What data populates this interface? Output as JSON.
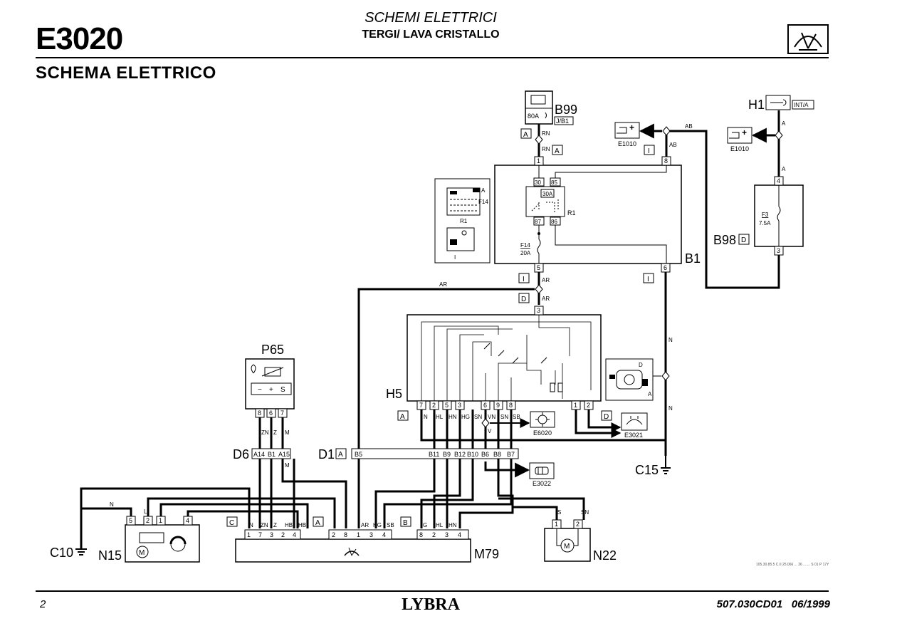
{
  "header": {
    "code": "E3020",
    "title": "SCHEMI ELETTRICI",
    "subtitle": "TERGI/ LAVA CRISTALLO",
    "section": "SCHEMA ELETTRICO",
    "icon": "wiper-icon"
  },
  "footer": {
    "page": "2",
    "brand": "LYBRA",
    "ref": "507.030CD01",
    "date": "06/1999",
    "tiny": "105.30.85.5 C.II 25.066 ... 26 ....... S 01 P 17Y"
  },
  "components": {
    "b99": "B99",
    "b99_fuse": "80A",
    "b99_tag": "J/B1",
    "h1": "H1",
    "h1_tag": "INT/A",
    "e1010": "E1010",
    "b1": "B1",
    "r1": "R1",
    "r1_rating": "30A",
    "f14": "F14",
    "f14_rating": "20A",
    "b98": "B98",
    "b98_tag": "D",
    "f3": "F3",
    "f3_rating": "7.5A",
    "p65": "P65",
    "h5": "H5",
    "e6020": "E6020",
    "e3021": "E3021",
    "e3022": "E3022",
    "c15": "C15",
    "d6": "D6",
    "d1": "D1",
    "d1_tag": "A",
    "c10": "C10",
    "n15": "N15",
    "m79": "M79",
    "n22": "N22"
  },
  "wires": {
    "rn": "RN",
    "ab": "AB",
    "a": "A",
    "ar": "AR",
    "n": "N",
    "zn": "ZN",
    "z": "Z",
    "m": "M",
    "hl": "HL",
    "hn": "HN",
    "hg": "HG",
    "sn": "SN",
    "vn": "VN",
    "sb": "SB",
    "v": "V",
    "l": "L",
    "hb": "HB",
    "g": "G",
    "s": "S"
  },
  "tags": {
    "a": "A",
    "i": "I",
    "d": "D",
    "c": "C",
    "b": "B"
  },
  "pins": {
    "b1_1": "1",
    "b1_8": "8",
    "b1_5": "5",
    "b1_6": "6",
    "r1_30": "30",
    "r1_85": "85",
    "r1_87": "87",
    "r1_86": "86",
    "b98_4": "4",
    "b98_3": "3",
    "h5_3": "3",
    "h5_bottom": [
      "7",
      "2",
      "5",
      "3",
      "6",
      "9",
      "8"
    ],
    "h5_right": [
      "1",
      "2"
    ],
    "p65_pins": [
      "8",
      "6",
      "7"
    ],
    "p65_symbols": [
      "−",
      "+",
      "S"
    ],
    "d6_pins": [
      "A14",
      "B1",
      "A15"
    ],
    "d1_pins": [
      "B5",
      "B11",
      "B9",
      "B12",
      "B10",
      "B6",
      "B8",
      "B7"
    ],
    "n15_pins": [
      "5",
      "2",
      "1",
      "4"
    ],
    "m79_c": [
      "1",
      "7",
      "3",
      "2",
      "4"
    ],
    "m79_a": [
      "2",
      "8",
      "1",
      "3",
      "4"
    ],
    "m79_b": [
      "8",
      "2",
      "3",
      "4"
    ],
    "n22_pins": [
      "1",
      "2"
    ],
    "inset1_a": "A",
    "inset1_f14": "F14",
    "inset1_r1": "R1",
    "inset1_i": "I",
    "inset2_d": "D",
    "inset2_a": "A",
    "motor_m": "M"
  }
}
